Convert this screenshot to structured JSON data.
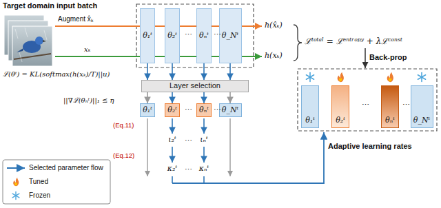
{
  "diagram": {
    "nodes": [
      {
        "text": [
          "θ₁ᵗ"
        ]
      },
      {
        "text": [
          "θ₂ᵗ"
        ]
      },
      {
        "text": [
          "θₙᵗ"
        ]
      },
      {
        "text": [
          "θ_Nᵗ"
        ]
      },
      {
        "text": [
          "Layer selection"
        ]
      },
      {
        "text": [
          "θ₁ᵗ"
        ]
      },
      {
        "text": [
          "θ₂ᵗ"
        ]
      },
      {
        "text": [
          "θₙᵗ"
        ]
      },
      {
        "text": [
          "θ_Nᵗ"
        ]
      },
      {
        "text": [
          "θ₁ᵗ"
        ]
      },
      {
        "text": [
          "θ₂ᵗ"
        ]
      },
      {
        "text": [
          "θₙᵗ"
        ]
      },
      {
        "text": [
          "θ_Nᵗ"
        ]
      }
    ],
    "edges": [
      {
        "from": 0,
        "to": 4,
        "arrow": "to"
      },
      {
        "from": 1,
        "to": 4,
        "arrow": "to"
      },
      {
        "from": 2,
        "to": 4,
        "arrow": "to"
      },
      {
        "from": 3,
        "to": 4,
        "arrow": "to"
      },
      {
        "from": 4,
        "to": 5,
        "arrow": "to"
      },
      {
        "from": 4,
        "to": 6,
        "arrow": "to"
      },
      {
        "from": 4,
        "to": 7,
        "arrow": "to"
      },
      {
        "from": 4,
        "to": 8,
        "arrow": "to"
      }
    ],
    "labels": [
      "Target domain input batch",
      "Augment x̂ₖ",
      "xₖ",
      "h(x̂ₖ)",
      "h(xₖ)",
      "ℒᵗᵒᵗᵃˡ = ℒᵉⁿᵗʳᵒᵖʸ + λℒᶜᵒⁿˢᵗ",
      "ℒ(θᵗ) = KL(softmax(h(xₖ)/T)||u)",
      "⋯",
      "⋯",
      "Back-prop",
      "||∇ℒ(θₙᵗ)||₁ ≤ η",
      "⋯",
      "⋯",
      "Adaptive learning rates",
      "(Eq.11)",
      "ι₂ᵗ",
      "⋯",
      "ιₙᵗ",
      "(Eq.12)",
      "κ₂ᵗ",
      "⋯",
      "κₙᵗ",
      "⋯",
      "⋯"
    ],
    "legend": [
      {
        "text": "Selected parameter flow"
      },
      {
        "text": "Tuned"
      },
      {
        "text": "Frozen"
      }
    ]
  }
}
